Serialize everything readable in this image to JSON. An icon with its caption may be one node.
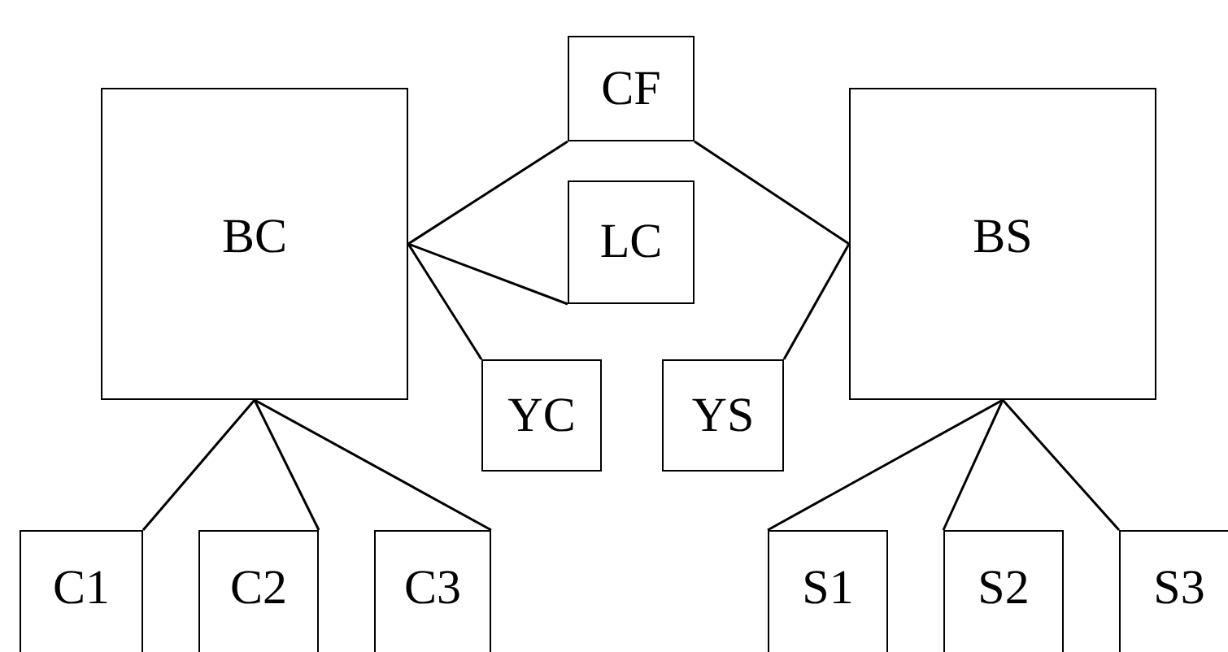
{
  "diagram": {
    "nodes": [
      {
        "text": [
          "BC"
        ]
      },
      {
        "text": [
          "CF"
        ]
      },
      {
        "text": [
          "LC"
        ]
      },
      {
        "text": [
          "YC"
        ]
      },
      {
        "text": [
          "YS"
        ]
      },
      {
        "text": [
          "BS"
        ]
      },
      {
        "text": [
          "C1"
        ]
      },
      {
        "text": [
          "C2"
        ]
      },
      {
        "text": [
          "C3"
        ]
      },
      {
        "text": [
          "S1"
        ]
      },
      {
        "text": [
          "S2"
        ]
      },
      {
        "text": [
          "S3"
        ]
      }
    ],
    "edges": [
      {
        "from": 0,
        "to": 1,
        "arrow": "none"
      },
      {
        "from": 0,
        "to": 2,
        "arrow": "none"
      },
      {
        "from": 0,
        "to": 3,
        "arrow": "none"
      },
      {
        "from": 1,
        "to": 5,
        "arrow": "none"
      },
      {
        "from": 4,
        "to": 5,
        "arrow": "none"
      },
      {
        "from": 0,
        "to": 6,
        "arrow": "none"
      },
      {
        "from": 0,
        "to": 7,
        "arrow": "none"
      },
      {
        "from": 0,
        "to": 8,
        "arrow": "none"
      },
      {
        "from": 5,
        "to": 9,
        "arrow": "none"
      },
      {
        "from": 5,
        "to": 10,
        "arrow": "none"
      },
      {
        "from": 5,
        "to": 11,
        "arrow": "none"
      }
    ]
  }
}
